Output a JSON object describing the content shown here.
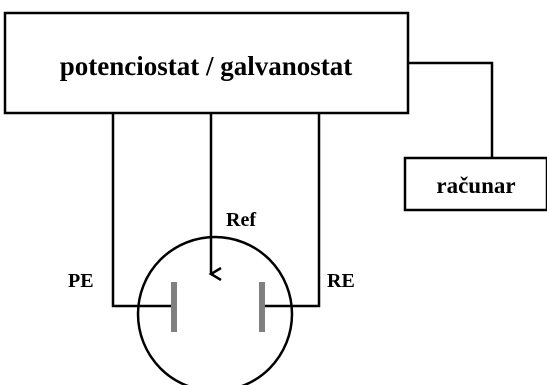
{
  "labels": {
    "instrument": "potenciostat / galvanostat",
    "computer": "računar",
    "reference_electrode": "Ref",
    "counter_electrode": "PE",
    "working_electrode": "RE"
  },
  "colors": {
    "lines": "#000000",
    "electrodes": "#808080",
    "background": "#ffffff"
  }
}
